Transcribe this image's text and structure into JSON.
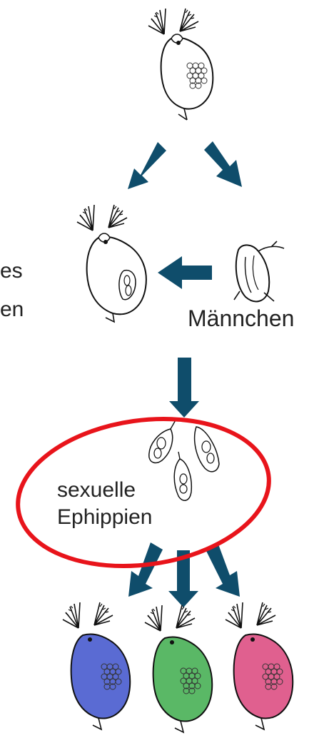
{
  "labels": {
    "cut_line1": "es",
    "cut_line2": "en",
    "male": "Männchen",
    "sexual_line1": "sexuelle",
    "sexual_line2": "Ephippien"
  },
  "colors": {
    "arrow": "#0f4d6b",
    "highlight_ellipse": "#e8141b",
    "daphnia_blue": "#5a6bd3",
    "daphnia_green": "#5ab866",
    "daphnia_pink": "#e0608f",
    "outline": "#111111"
  },
  "icons": [
    "daphnia-female-icon",
    "daphnia-with-ephippium-icon",
    "daphnia-male-icon",
    "ephippium-egg-icon"
  ]
}
